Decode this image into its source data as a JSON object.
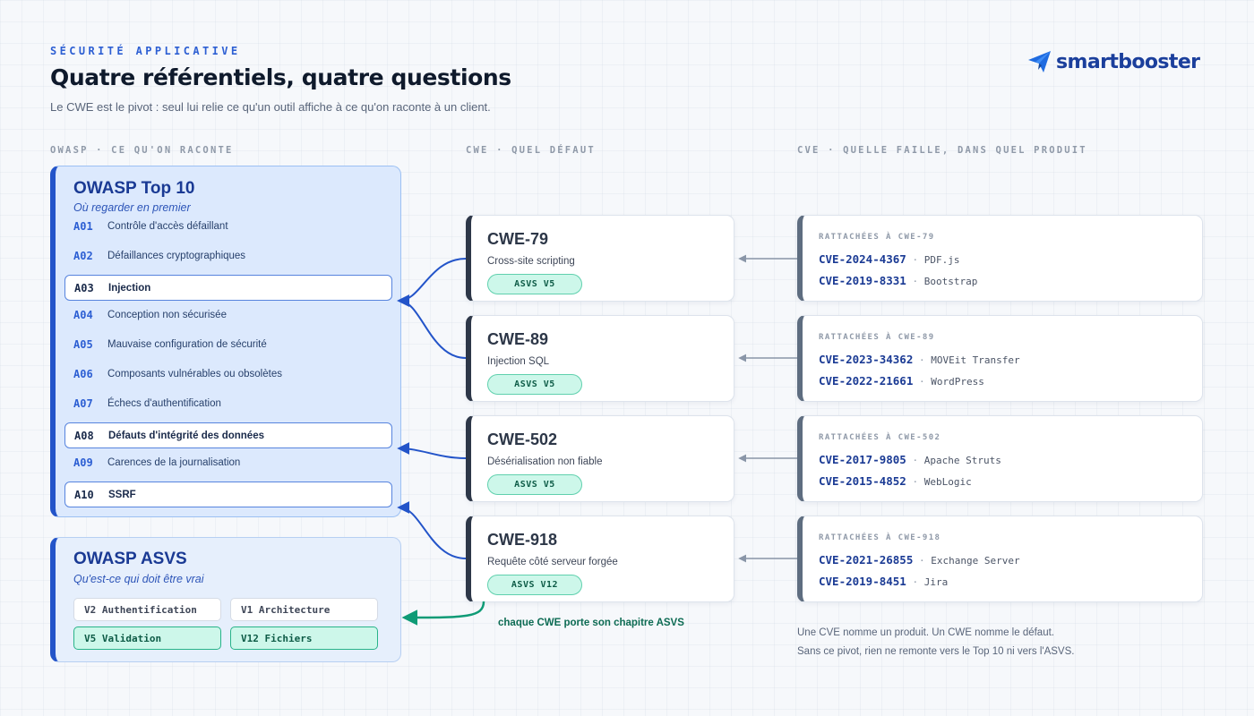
{
  "header": {
    "eyebrow": "SÉCURITÉ APPLICATIVE",
    "title": "Quatre référentiels, quatre questions",
    "subtitle": "Le CWE est le pivot : seul lui relie ce qu'un outil affiche à ce qu'on raconte à un client.",
    "logo_text": "smartbooster"
  },
  "columns": {
    "owasp": "OWASP · CE QU'ON RACONTE",
    "cwe": "CWE · QUEL DÉFAUT",
    "cve": "CVE · QUELLE FAILLE, DANS QUEL PRODUIT"
  },
  "top10": {
    "title": "OWASP Top 10",
    "subtitle": "Où regarder en premier",
    "items": [
      {
        "code": "A01",
        "label": "Contrôle d'accès défaillant",
        "highlight": false
      },
      {
        "code": "A02",
        "label": "Défaillances cryptographiques",
        "highlight": false
      },
      {
        "code": "A03",
        "label": "Injection",
        "highlight": true
      },
      {
        "code": "A04",
        "label": "Conception non sécurisée",
        "highlight": false
      },
      {
        "code": "A05",
        "label": "Mauvaise configuration de sécurité",
        "highlight": false
      },
      {
        "code": "A06",
        "label": "Composants vulnérables ou obsolètes",
        "highlight": false
      },
      {
        "code": "A07",
        "label": "Échecs d'authentification",
        "highlight": false
      },
      {
        "code": "A08",
        "label": "Défauts d'intégrité des données",
        "highlight": true
      },
      {
        "code": "A09",
        "label": "Carences de la journalisation",
        "highlight": false
      },
      {
        "code": "A10",
        "label": "SSRF",
        "highlight": true
      }
    ]
  },
  "asvs": {
    "title": "OWASP ASVS",
    "subtitle": "Qu'est-ce qui doit être vrai",
    "chips": [
      {
        "label": "V2 Authentification",
        "highlight": false
      },
      {
        "label": "V1 Architecture",
        "highlight": false
      },
      {
        "label": "V5 Validation",
        "highlight": true
      },
      {
        "label": "V12 Fichiers",
        "highlight": true
      }
    ]
  },
  "cwes": [
    {
      "id": "CWE-79",
      "name": "Cross-site scripting",
      "asvs": "ASVS V5",
      "owasp": "A03"
    },
    {
      "id": "CWE-89",
      "name": "Injection SQL",
      "asvs": "ASVS V5",
      "owasp": "A03"
    },
    {
      "id": "CWE-502",
      "name": "Désérialisation non fiable",
      "asvs": "ASVS V5",
      "owasp": "A08"
    },
    {
      "id": "CWE-918",
      "name": "Requête côté serveur forgée",
      "asvs": "ASVS V12",
      "owasp": "A10"
    }
  ],
  "cves": [
    {
      "header": "RATTACHÉES À CWE-79",
      "items": [
        {
          "id": "CVE-2024-4367",
          "product": "PDF.js"
        },
        {
          "id": "CVE-2019-8331",
          "product": "Bootstrap"
        }
      ]
    },
    {
      "header": "RATTACHÉES À CWE-89",
      "items": [
        {
          "id": "CVE-2023-34362",
          "product": "MOVEit Transfer"
        },
        {
          "id": "CVE-2022-21661",
          "product": "WordPress"
        }
      ]
    },
    {
      "header": "RATTACHÉES À CWE-502",
      "items": [
        {
          "id": "CVE-2017-9805",
          "product": "Apache Struts"
        },
        {
          "id": "CVE-2015-4852",
          "product": "WebLogic"
        }
      ]
    },
    {
      "header": "RATTACHÉES À CWE-918",
      "items": [
        {
          "id": "CVE-2021-26855",
          "product": "Exchange Server"
        },
        {
          "id": "CVE-2019-8451",
          "product": "Jira"
        }
      ]
    }
  ],
  "annotation": "chaque CWE porte son chapitre ASVS",
  "footnote": [
    "Une CVE nomme un produit. Un CWE nomme le défaut.",
    "Sans ce pivot, rien ne remonte vers le Top 10 ni vers l'ASVS."
  ],
  "colors": {
    "accent_blue": "#2354c9",
    "accent_green": "#0f9b76",
    "cve_arrow": "#8a96a8",
    "dark": "#2d3748"
  }
}
